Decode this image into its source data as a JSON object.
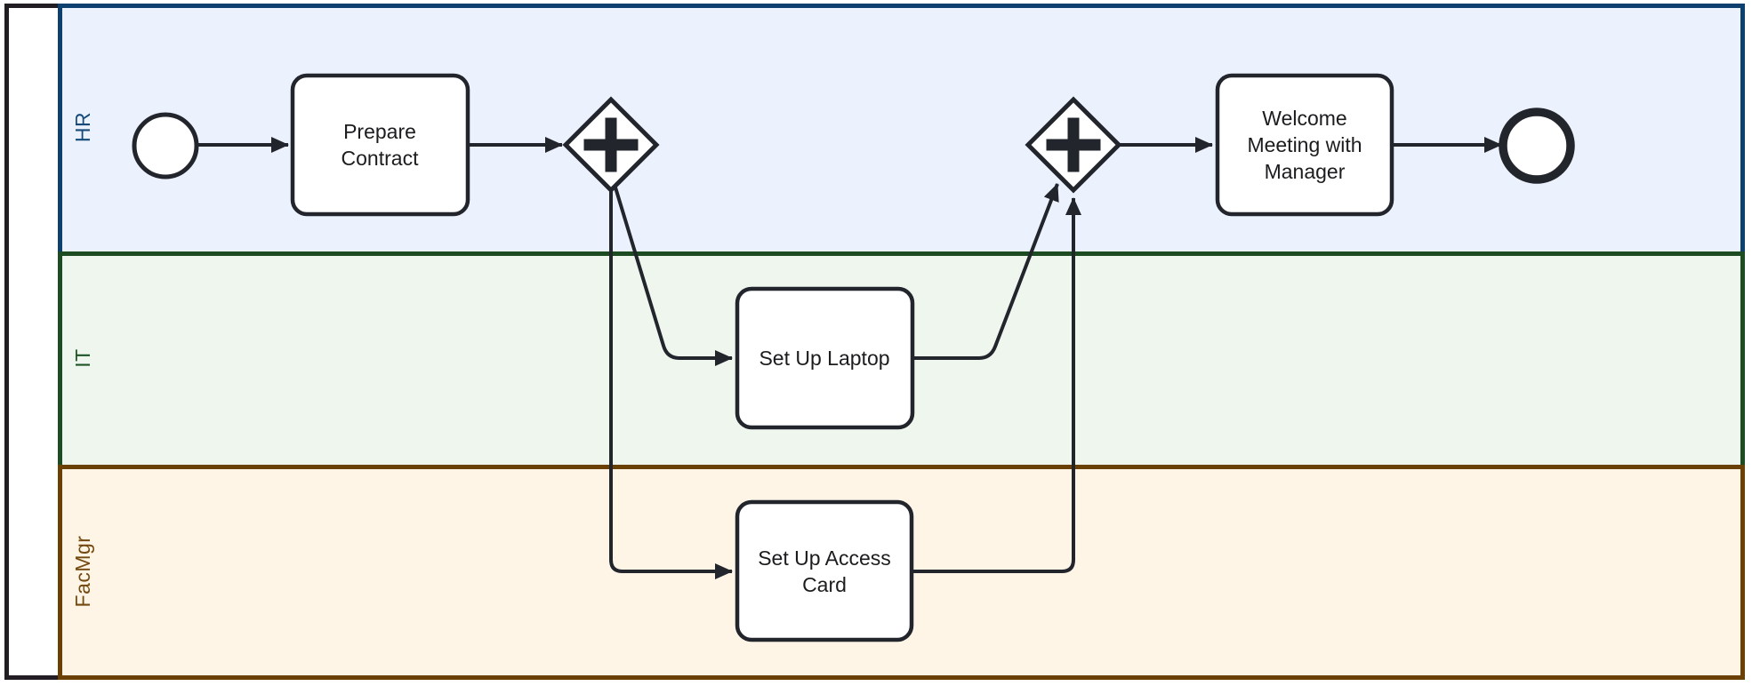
{
  "diagram": {
    "type": "bpmn-swimlane-flowchart",
    "pool": {
      "label": ""
    },
    "lanes": [
      {
        "id": "hr",
        "label": "HR",
        "fill": "#EBF2FD",
        "border": "#0D406E",
        "label_color": "#14497A"
      },
      {
        "id": "it",
        "label": "IT",
        "fill": "#EFF6EE",
        "border": "#1D4B22",
        "label_color": "#1E5526"
      },
      {
        "id": "facmgr",
        "label": "FacMgr",
        "fill": "#FEF5E7",
        "border": "#6B4005",
        "label_color": "#74480E"
      }
    ],
    "nodes": [
      {
        "id": "start",
        "type": "start-event",
        "lane": "HR",
        "label": ""
      },
      {
        "id": "prepare_contract",
        "type": "task",
        "lane": "HR",
        "label": "Prepare\nContract"
      },
      {
        "id": "gateway_split",
        "type": "parallel-gateway",
        "lane": "HR",
        "symbol": "+"
      },
      {
        "id": "set_up_laptop",
        "type": "task",
        "lane": "IT",
        "label": "Set Up Laptop"
      },
      {
        "id": "set_up_access_card",
        "type": "task",
        "lane": "FacMgr",
        "label": "Set Up Access\nCard"
      },
      {
        "id": "gateway_join",
        "type": "parallel-gateway",
        "lane": "HR",
        "symbol": "+"
      },
      {
        "id": "welcome_meeting",
        "type": "task",
        "lane": "HR",
        "label": "Welcome\nMeeting with\nManager"
      },
      {
        "id": "end",
        "type": "end-event",
        "lane": "HR",
        "label": ""
      }
    ],
    "flows": [
      {
        "from": "start",
        "to": "prepare_contract"
      },
      {
        "from": "prepare_contract",
        "to": "gateway_split"
      },
      {
        "from": "gateway_split",
        "to": "set_up_laptop"
      },
      {
        "from": "gateway_split",
        "to": "set_up_access_card"
      },
      {
        "from": "set_up_laptop",
        "to": "gateway_join"
      },
      {
        "from": "set_up_access_card",
        "to": "gateway_join"
      },
      {
        "from": "gateway_join",
        "to": "welcome_meeting"
      },
      {
        "from": "welcome_meeting",
        "to": "end"
      }
    ],
    "colors": {
      "pool_border": "#211D23",
      "shape_stroke": "#23252D",
      "flow_stroke": "#23252D",
      "task_fill": "#FFFFFF",
      "text": "#1C1C1E"
    }
  }
}
